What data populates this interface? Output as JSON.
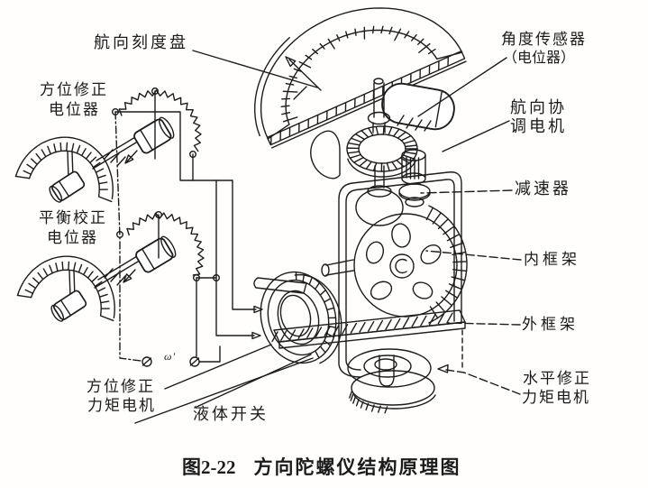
{
  "figure_caption": {
    "number": "图2-22",
    "title": "方向陀螺仪结构原理图"
  },
  "labels": {
    "heading_dial": "航向刻度盘",
    "azimuth_correction_pot": {
      "line1": "方位修正",
      "line2": "电位器"
    },
    "balance_correction_pot": {
      "line1": "平衡校正",
      "line2": "电位器"
    },
    "angle_sensor": {
      "line1": "角度传感器",
      "line2": "（电位器）"
    },
    "heading_coordination_motor": {
      "line1": "航向协",
      "line2": "调电机"
    },
    "reducer": "减速器",
    "inner_frame": "内框架",
    "outer_frame": "外框架",
    "horizontal_correction_torque_motor": {
      "line1": "水平修正",
      "line2": "力矩电机"
    },
    "azimuth_correction_torque_motor": {
      "line1": "方位修正",
      "line2": "力矩电机"
    },
    "liquid_switch": "液体开关",
    "omega_mark": "ω′"
  },
  "colors": {
    "ink": "#1c1c1c",
    "paper": "#ffffff"
  }
}
